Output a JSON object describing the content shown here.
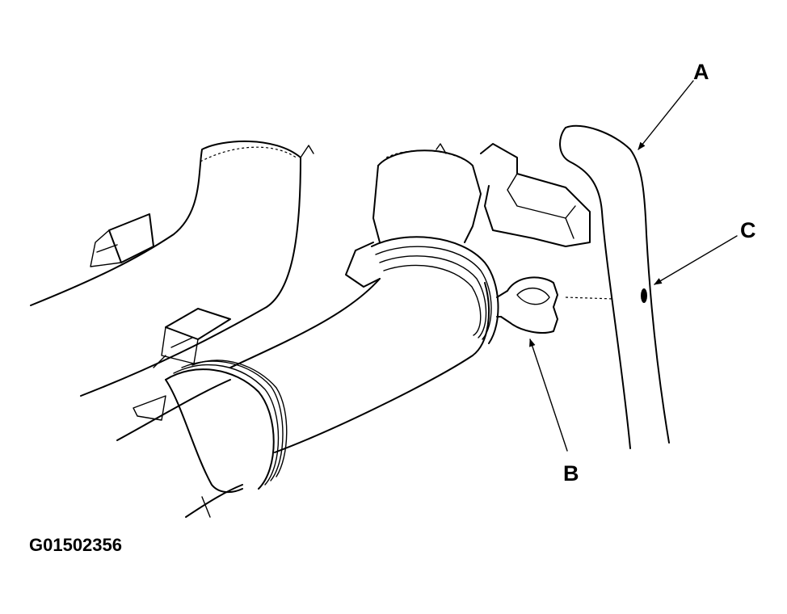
{
  "labels": {
    "a": "A",
    "b": "B",
    "c": "C"
  },
  "figure_id": "G01502356"
}
